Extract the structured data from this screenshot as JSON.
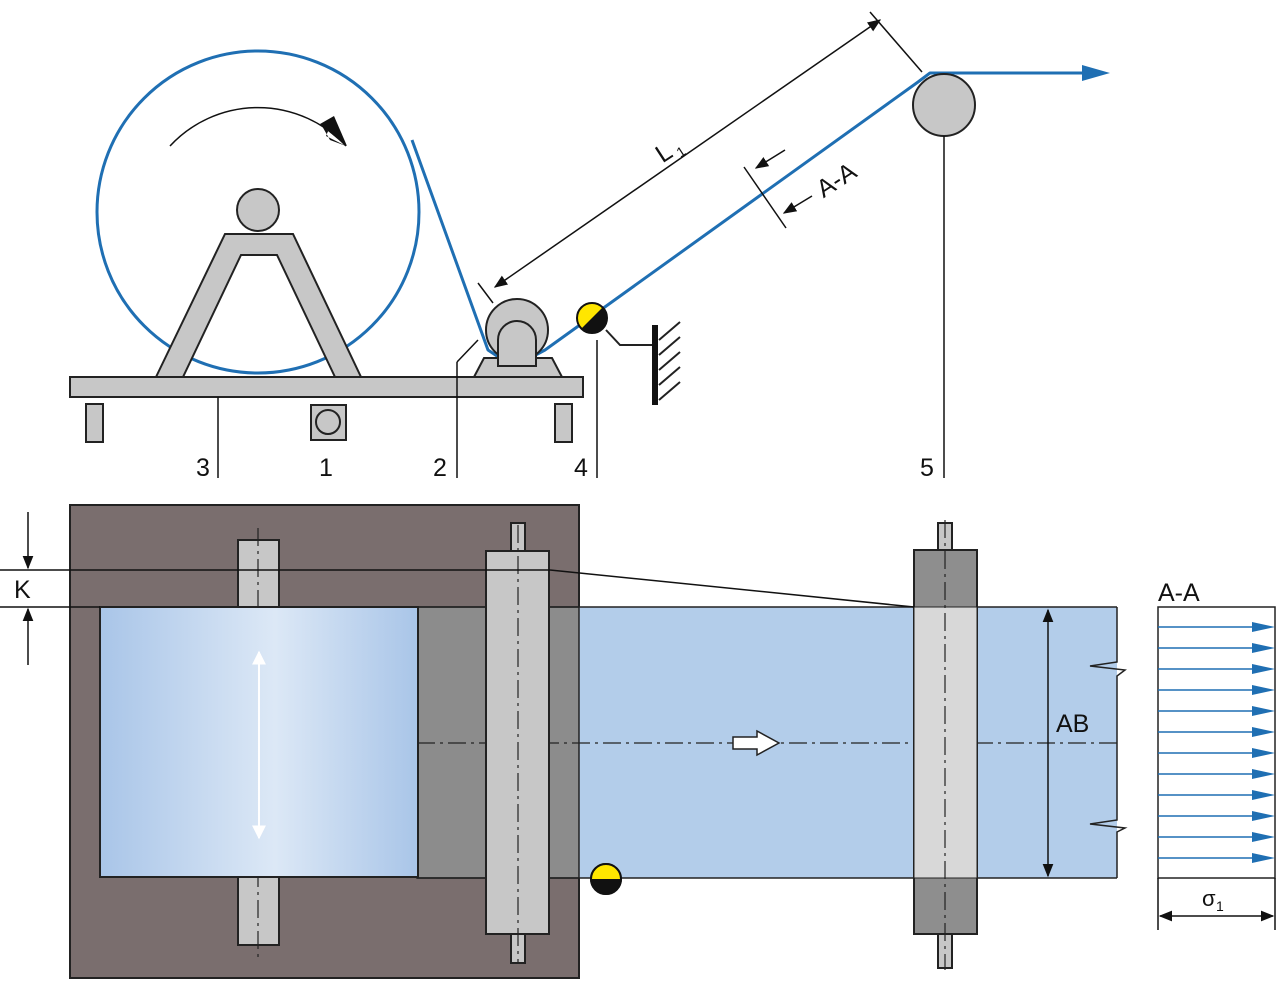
{
  "labels": {
    "part_1": "1",
    "part_2": "2",
    "part_3": "3",
    "part_4": "4",
    "part_5": "5",
    "span_length": "L",
    "span_length_sub": "1",
    "section_top": "A-A",
    "edge_offset": "K",
    "web_width": "AB",
    "section_title": "A-A",
    "stress": "σ",
    "stress_sub": "1"
  },
  "colors": {
    "web_blue": "#1f6fb3",
    "web_fill": "#b3cdea",
    "frame_brown": "#7a6e6e",
    "roller_grey": "#c7c7c7",
    "sensor_yellow": "#ffe600"
  },
  "stress_profile": {
    "arrow_count": 12
  }
}
